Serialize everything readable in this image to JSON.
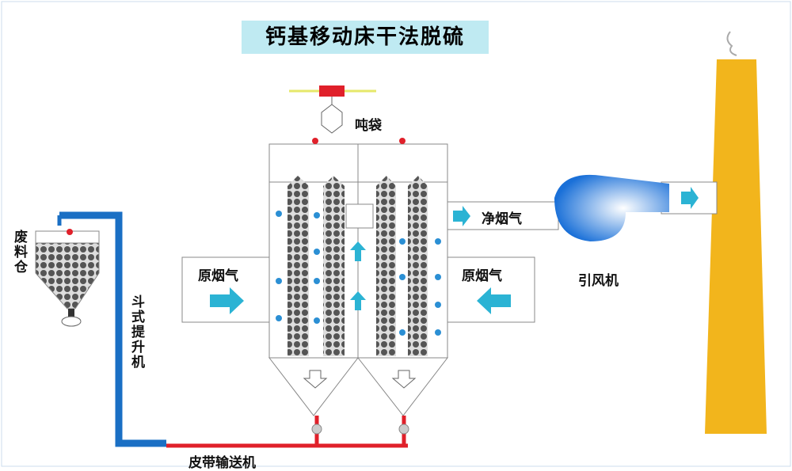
{
  "title": "钙基移动床干法脱硫",
  "labels": {
    "ton_bag": "吨袋",
    "waste_silo": "废料仓",
    "bucket_elevator": "斗式提升机",
    "raw_flue_gas_left": "原烟气",
    "raw_flue_gas_right": "原烟气",
    "clean_flue_gas": "净烟气",
    "induced_draft_fan": "引风机",
    "belt_conveyor": "皮带输送机"
  },
  "colors": {
    "blue": "#1a6fc4",
    "red": "#e0202a",
    "chimney": "#f2b51c",
    "arrow": "#2bb3d4",
    "title_bg": "#bfeaf2"
  }
}
